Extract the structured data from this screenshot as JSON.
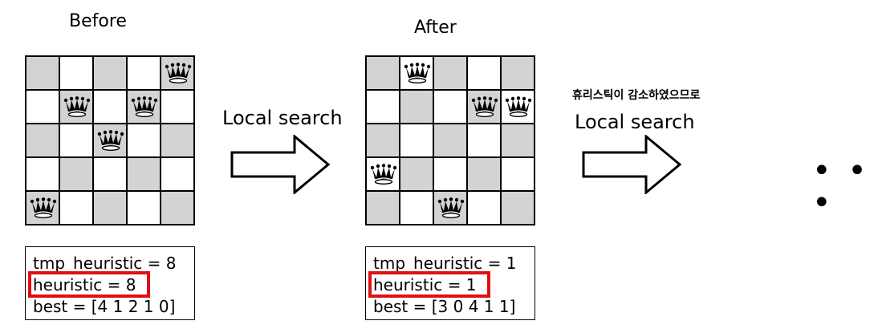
{
  "before": {
    "title": "Before",
    "queens": [
      4,
      1,
      2,
      1,
      0
    ],
    "info": {
      "tmp_heuristic": "tmp_heuristic = 8",
      "heuristic": "heuristic = 8",
      "best": "best = [4 1 2 1 0]"
    }
  },
  "after": {
    "title": "After",
    "queens": [
      3,
      0,
      4,
      1,
      1
    ],
    "info": {
      "tmp_heuristic": "tmp_heuristic = 1",
      "heuristic": "heuristic = 1",
      "best": "best = [3 0 4 1 1]"
    }
  },
  "arrow1": {
    "label": "Local search"
  },
  "arrow2": {
    "note": "휴리스틱이 감소하였으므로",
    "label": "Local search"
  },
  "ellipsis": "• • •",
  "colors": {
    "dark_cell": "#d3d3d3",
    "light_cell": "#ffffff",
    "highlight": "#e01010"
  },
  "icons": {
    "queen": "crown-icon"
  }
}
